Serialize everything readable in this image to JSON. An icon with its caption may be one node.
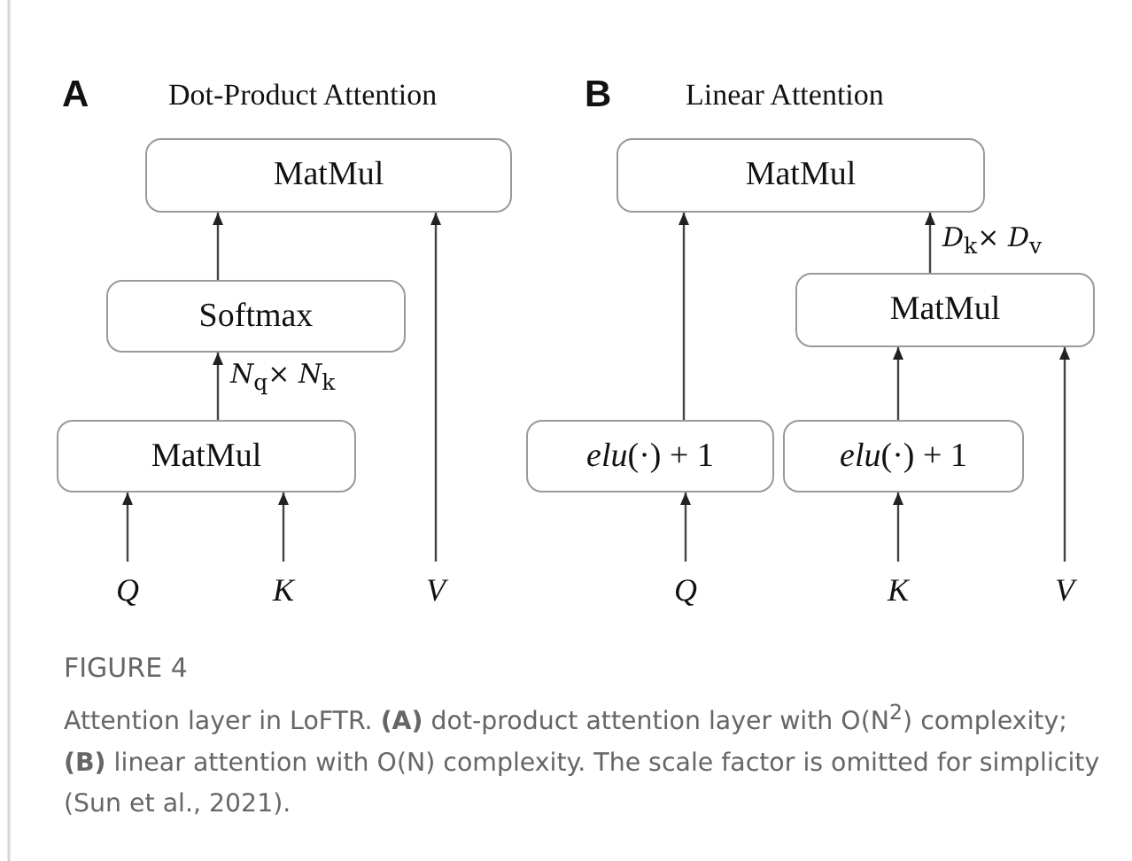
{
  "diagram": {
    "caption": "Attention layer in LoFTR. **(A)** dot-product attention layer with O(N$^{2}$) complexity; **(B)** linear attention with O(N) complexity. The scale factor is omitted for simplicity (Sun et al., 2021).",
    "nodes": [
      {
        "text": [
          "MatMul"
        ]
      },
      {
        "text": [
          "Softmax"
        ]
      },
      {
        "text": [
          "MatMul"
        ]
      },
      {
        "text": [
          "Q"
        ]
      },
      {
        "text": [
          "K"
        ]
      },
      {
        "text": [
          "V"
        ]
      },
      {
        "text": [
          "MatMul"
        ]
      },
      {
        "text": [
          "MatMul"
        ]
      },
      {
        "text": [
          "*elu*(·) + 1"
        ]
      },
      {
        "text": [
          "*elu*(·) + 1"
        ]
      },
      {
        "text": [
          "Q"
        ]
      },
      {
        "text": [
          "K"
        ]
      },
      {
        "text": [
          "V"
        ]
      }
    ],
    "edges": [
      {
        "from": 3,
        "to": 2,
        "arrow": "to"
      },
      {
        "from": 4,
        "to": 2,
        "arrow": "to"
      },
      {
        "from": 2,
        "to": 1,
        "arrow": "to",
        "label": "*N*$_{q}$× *N*$_{k}$"
      },
      {
        "from": 1,
        "to": 0,
        "arrow": "to"
      },
      {
        "from": 5,
        "to": 0,
        "arrow": "to"
      },
      {
        "from": 10,
        "to": 8,
        "arrow": "to"
      },
      {
        "from": 11,
        "to": 9,
        "arrow": "to"
      },
      {
        "from": 9,
        "to": 7,
        "arrow": "to"
      },
      {
        "from": 12,
        "to": 7,
        "arrow": "to"
      },
      {
        "from": 8,
        "to": 6,
        "arrow": "to"
      },
      {
        "from": 7,
        "to": 6,
        "arrow": "to",
        "label": "*D*$_{k}$× *D*$_{v}$"
      }
    ],
    "labels": [
      "A",
      "Dot-Product Attention",
      "B",
      "Linear Attention",
      "FIGURE 4"
    ]
  }
}
